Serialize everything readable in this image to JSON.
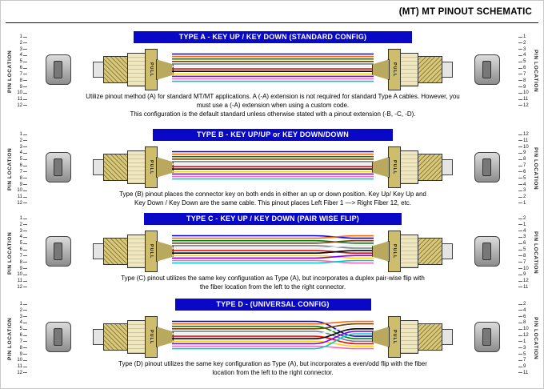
{
  "header": {
    "title": "(MT) MT PINOUT SCHEMATIC"
  },
  "labels": {
    "pin_location": "PIN LOCATION",
    "pull": "PULL"
  },
  "fiber_colors": [
    "#0000EE",
    "#FF6600",
    "#008000",
    "#7B3F00",
    "#708090",
    "#E8E8E8",
    "#FF0000",
    "#000000",
    "#FFD400",
    "#7F00FF",
    "#FF66B2",
    "#00CCCC"
  ],
  "sections": [
    {
      "title": "TYPE A - KEY UP / KEY DOWN (STANDARD CONFIG)",
      "description": "Utilize pinout method (A) for standard MT/MT applications. A (-A) extension is not required for standard Type A cables. However, you\nmust use a (-A) extension when using a custom code.\nThis configuration is the default standard unless otherwise stated with a pinout extension (-B, -C, -D).",
      "left_pins": [
        1,
        2,
        3,
        4,
        5,
        6,
        7,
        8,
        9,
        10,
        11,
        12
      ],
      "right_pins": [
        1,
        2,
        3,
        4,
        5,
        6,
        7,
        8,
        9,
        10,
        11,
        12
      ],
      "fiber_map": [
        0,
        1,
        2,
        3,
        4,
        5,
        6,
        7,
        8,
        9,
        10,
        11
      ]
    },
    {
      "title": "TYPE B - KEY UP/UP or KEY DOWN/DOWN",
      "description": "Type (B) pinout places the connector key on both ends in either an up or down position. Key Up/ Key Up and\nKey Down / Key Down are the same cable. This pinout places Left Fiber 1 —> Right Fiber 12, etc.",
      "left_pins": [
        1,
        2,
        3,
        4,
        5,
        6,
        7,
        8,
        9,
        10,
        11,
        12
      ],
      "right_pins": [
        12,
        11,
        10,
        9,
        8,
        7,
        6,
        5,
        4,
        3,
        2,
        1
      ],
      "fiber_map": [
        0,
        1,
        2,
        3,
        4,
        5,
        6,
        7,
        8,
        9,
        10,
        11
      ]
    },
    {
      "title": "TYPE C - KEY UP / KEY DOWN (PAIR WISE FLIP)",
      "description": "Type (C) pinout utilizes the same key configuration as Type (A), but incorporates a duplex pair-wise flip with\nthe fiber location from the left to the right connector.",
      "left_pins": [
        1,
        2,
        3,
        4,
        5,
        6,
        7,
        8,
        9,
        10,
        11,
        12
      ],
      "right_pins": [
        2,
        1,
        4,
        3,
        6,
        5,
        8,
        7,
        10,
        9,
        12,
        11
      ],
      "fiber_map": [
        1,
        0,
        3,
        2,
        5,
        4,
        7,
        6,
        9,
        8,
        11,
        10
      ]
    },
    {
      "title": "TYPE D - (UNIVERSAL CONFIG)",
      "description": "Type (D) pinout utilizes the same key configuration as Type (A), but incorporates a even/odd flip with the fiber\nlocation from the left to the right connector.",
      "left_pins": [
        1,
        2,
        3,
        4,
        5,
        6,
        7,
        8,
        9,
        10,
        11,
        12
      ],
      "right_pins": [
        2,
        4,
        6,
        8,
        10,
        12,
        1,
        3,
        5,
        7,
        9,
        11
      ],
      "fiber_map": [
        6,
        0,
        7,
        1,
        8,
        2,
        9,
        3,
        10,
        4,
        11,
        5
      ]
    }
  ]
}
